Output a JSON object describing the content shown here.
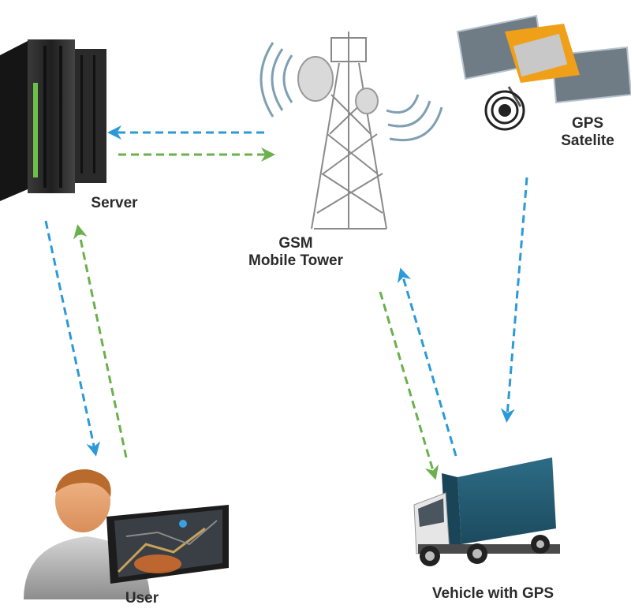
{
  "labels": {
    "server": "Server",
    "tower_line1": "GSM",
    "tower_line2": "Mobile Tower",
    "gps_line1": "GPS",
    "gps_line2": "Satelite",
    "user": "User",
    "vehicle": "Vehicle with GPS"
  },
  "colors": {
    "blue_arrow": "#2b9ad6",
    "green_arrow": "#6ab04c",
    "label_text": "#2b2b2b"
  }
}
